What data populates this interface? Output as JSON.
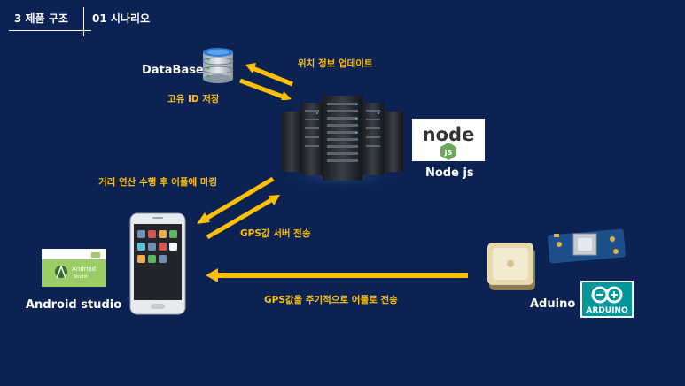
{
  "header": {
    "section": "3 제품 구조",
    "subtitle": "01 시나리오"
  },
  "nodes": {
    "database": "DataBase",
    "nodejs": "Node js",
    "android": "Android studio",
    "arduino": "Aduino"
  },
  "edges": {
    "location_update": "위치 정보 업데이트",
    "store_id": "고유 ID 저장",
    "distance_calc": "거리 연산 수행 후 어플에 마킹",
    "gps_server": "GPS값 서버 전송",
    "gps_periodic": "GPS값을 주기적으로 어플로 전송"
  },
  "logos": {
    "node_text": "node",
    "node_js": "JS",
    "android_text": "Android",
    "android_sub": "Studio",
    "arduino_text": "ARDUINO"
  },
  "colors": {
    "background": "#0b2252",
    "arrow": "#ffc000",
    "text": "#ffffff"
  }
}
